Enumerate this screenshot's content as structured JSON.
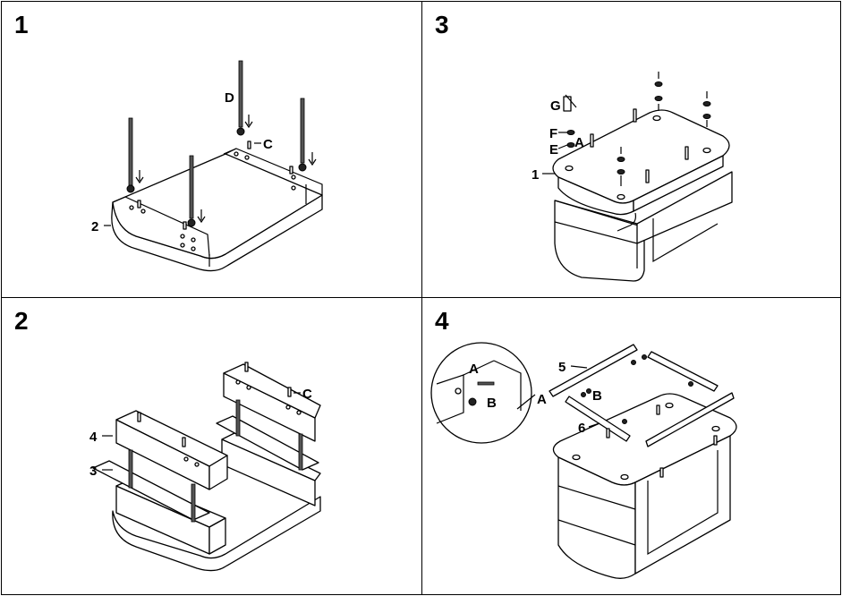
{
  "steps": [
    {
      "number": "1",
      "labels": {
        "bolt": "D",
        "dowel": "C",
        "base_panel": "2"
      }
    },
    {
      "number": "3",
      "labels": {
        "cap": "G",
        "washer": "F",
        "nut": "E",
        "bolt": "A",
        "top_frame": "1"
      }
    },
    {
      "number": "2",
      "labels": {
        "upper_block": "4",
        "plate": "3",
        "dowel": "C"
      }
    },
    {
      "number": "4",
      "labels": {
        "bolt": "A",
        "nut": "B",
        "rail_long": "5",
        "rail_short": "6"
      }
    }
  ]
}
